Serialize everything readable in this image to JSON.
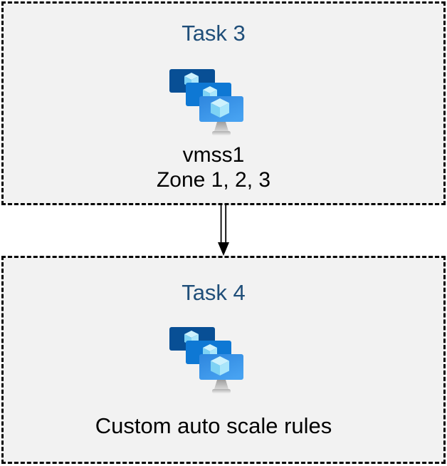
{
  "page": {
    "background": "#ffffff"
  },
  "diagram": {
    "box_fill": "#f2f2f2",
    "box_border_color": "#000000",
    "title_color": "#1f4e79",
    "label_color": "#000000",
    "tasks": [
      {
        "title": "Task 3",
        "icon": "vm-scale-sets-icon",
        "labels": [
          "vmss1",
          "Zone 1, 2, 3"
        ]
      },
      {
        "title": "Task 4",
        "icon": "vm-scale-sets-icon",
        "labels": [
          "Custom auto scale rules"
        ]
      }
    ],
    "connector": {
      "shape": "double-line-arrow",
      "direction": "down",
      "color": "#000000"
    },
    "icon_colors": {
      "monitor_back": "#084f95",
      "monitor_middle": "#0e78d4",
      "monitor_front_top": "#2e86de",
      "monitor_front_bottom": "#47a2f1",
      "cube_top": "#cdf2fd",
      "cube_left": "#7ed2f4",
      "cube_right": "#a9e6fb",
      "stand_top": "#9e9e9e",
      "stand_bottom": "#d6d6d6",
      "base_top": "#b0b0b0",
      "base_bottom": "#ededed"
    }
  }
}
